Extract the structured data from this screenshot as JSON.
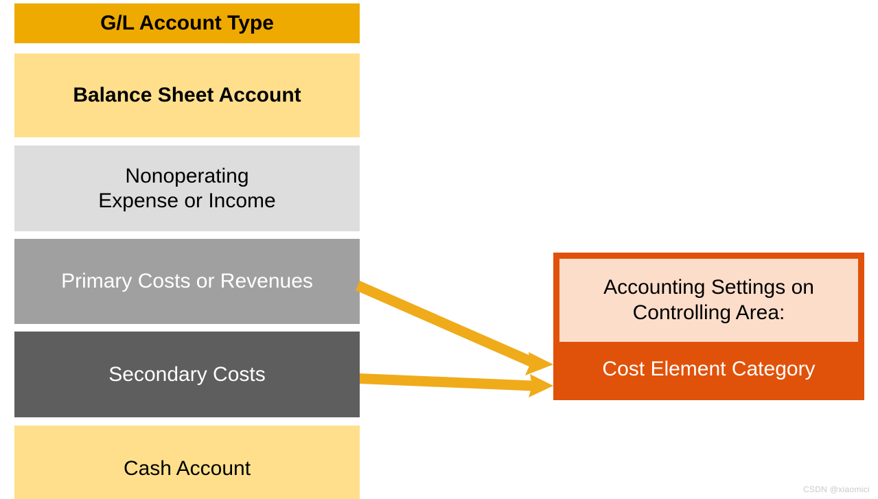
{
  "diagram": {
    "title": "G/L Account Type",
    "watermark": "CSDN @xiaomici",
    "colors": {
      "header_amber": "#eeaa00",
      "light_yellow": "#ffdf8c",
      "light_gray": "#dddddd",
      "medium_gray": "#a0a0a0",
      "dark_gray": "#5e5e5e",
      "orange_accent": "#e0520a",
      "peach": "#fbddca",
      "arrow_amber": "#efab1a"
    },
    "left_column": {
      "header": {
        "label": "G/L Account Type",
        "fill": "#eeaa00",
        "text_color": "#000000"
      },
      "items": [
        {
          "label": "Balance Sheet Account",
          "fill": "#ffdf8c",
          "text_color": "#000000",
          "has_arrow": false
        },
        {
          "label": "Nonoperating\nExpense or Income",
          "fill": "#dddddd",
          "text_color": "#000000",
          "has_arrow": false
        },
        {
          "label": "Primary Costs or Revenues",
          "fill": "#a0a0a0",
          "text_color": "#ffffff",
          "has_arrow": true
        },
        {
          "label": "Secondary Costs",
          "fill": "#5e5e5e",
          "text_color": "#ffffff",
          "has_arrow": true
        },
        {
          "label": "Cash Account",
          "fill": "#ffdf8c",
          "text_color": "#000000",
          "has_arrow": false
        }
      ]
    },
    "right_panel": {
      "heading": "Accounting Settings on\nControlling Area:",
      "value": "Cost Element Category",
      "heading_fill": "#fbddca",
      "value_fill": "#e0520a",
      "border_color": "#e0520a"
    },
    "connectors": [
      {
        "name": "primary-costs-to-cost-element-category",
        "from": "Primary Costs or Revenues",
        "to": "Cost Element Category",
        "color": "#efab1a"
      },
      {
        "name": "secondary-costs-to-cost-element-category",
        "from": "Secondary Costs",
        "to": "Cost Element Category",
        "color": "#efab1a"
      }
    ]
  }
}
